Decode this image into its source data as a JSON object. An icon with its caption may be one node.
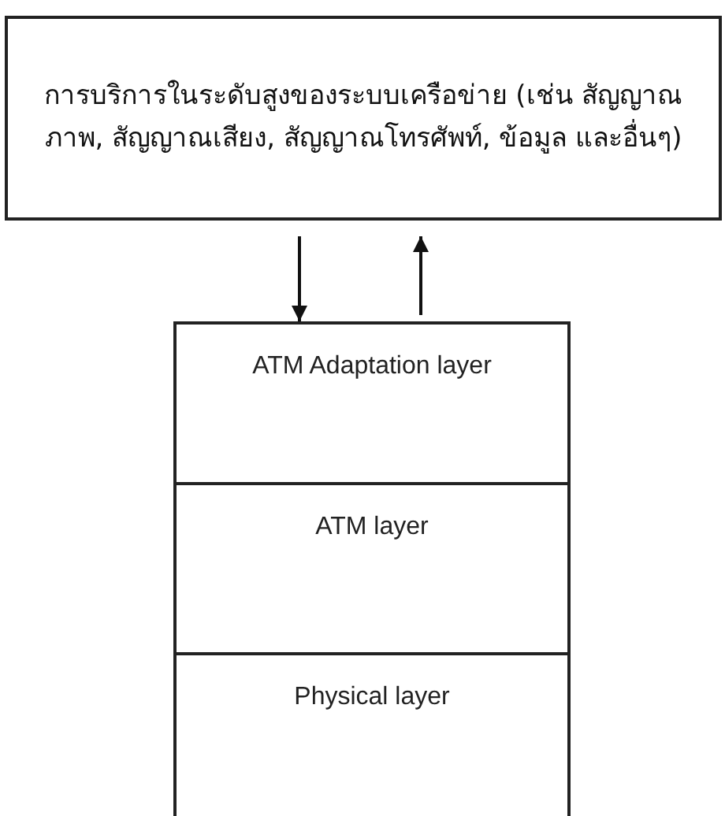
{
  "diagram": {
    "nodes": [
      {
        "text": [
          "การบริการในระดับสูงของระบบเครือข่าย (เช่น สัญญาณภาพ, สัญญาณเสียง, สัญญาณโทรศัพท์, ข้อมูล และอื่นๆ)"
        ]
      },
      {
        "text": [
          "ATM Adaptation layer"
        ]
      },
      {
        "text": [
          "ATM layer"
        ]
      },
      {
        "text": [
          "Physical layer"
        ]
      }
    ],
    "edges": [
      {
        "from": 0,
        "to": 1,
        "arrow": "to"
      },
      {
        "from": 1,
        "to": 0,
        "arrow": "to"
      }
    ]
  }
}
